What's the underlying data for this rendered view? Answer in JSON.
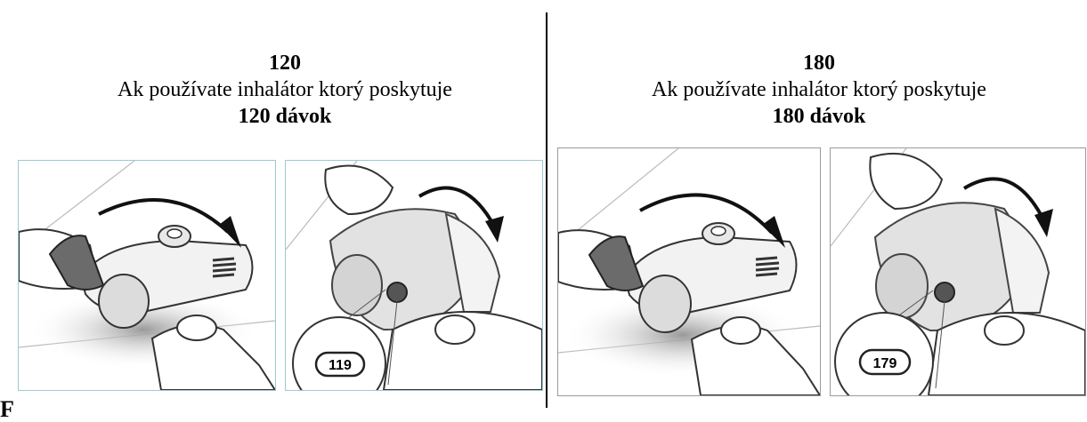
{
  "left": {
    "number": "120",
    "line": "Ak používate inhalátor ktorý poskytuje",
    "doses": "120 dávok",
    "counter": "119"
  },
  "right": {
    "number": "180",
    "line": "Ak používate inhalátor ktorý poskytuje",
    "doses": "180 dávok",
    "counter": "179"
  },
  "stray_letter": "F",
  "colors": {
    "left_frame": "#9fc9cf",
    "right_frame": "#9a9a9a",
    "divider": "#000000"
  }
}
